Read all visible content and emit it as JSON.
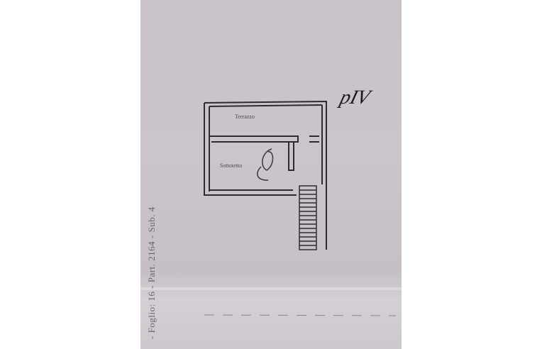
{
  "document": {
    "type": "floor plan photo",
    "side_label": "- Foglio: 16 - Part. 2164 - Sub. 4",
    "north_mark": "pIV",
    "rooms": [
      {
        "label": "Terrazzo"
      },
      {
        "label": "Sottotetto"
      }
    ],
    "colors": {
      "paper": "#c9c3c9",
      "ink": "#2a272c",
      "background": "#ffffff"
    }
  }
}
